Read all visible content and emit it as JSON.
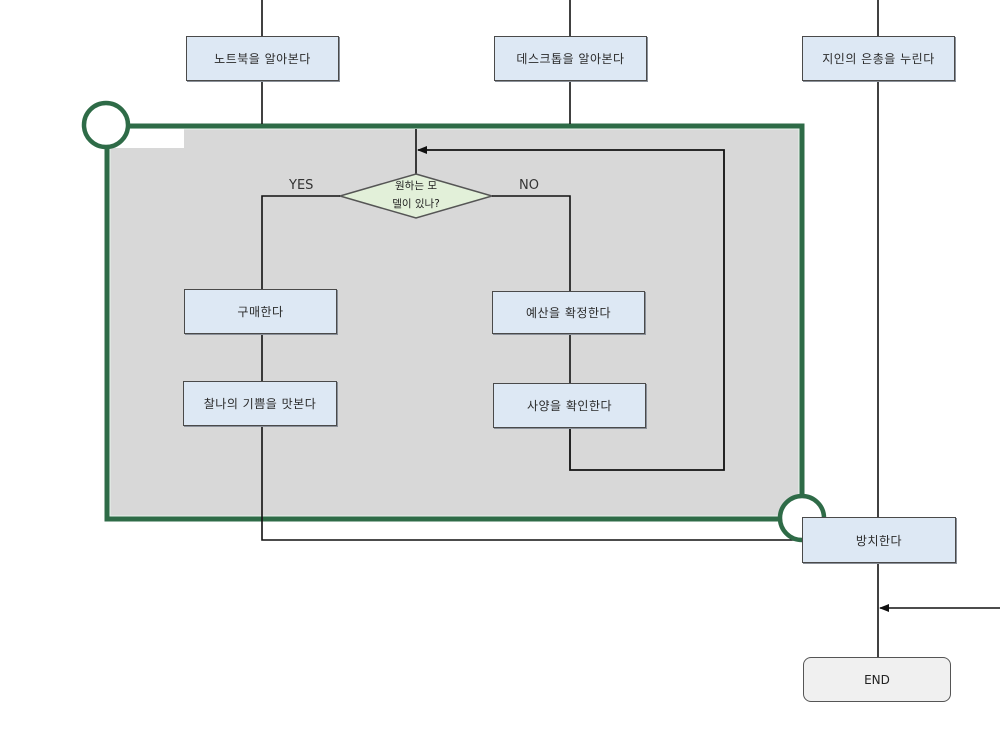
{
  "diagram": {
    "type": "flowchart",
    "colors": {
      "group_border": "#2e6b47",
      "group_fill": "#d8d8d8",
      "process_fill": "#dde8f4",
      "decision_fill": "#e2f0d9",
      "terminal_fill": "#f0f0f0",
      "line": "#111111"
    },
    "top_nodes": [
      {
        "id": "laptop",
        "label": "노트북을 알아본다"
      },
      {
        "id": "desktop",
        "label": "데스크톱을 알아본다"
      },
      {
        "id": "acquaintance",
        "label": "지인의 은총을 누린다"
      }
    ],
    "decision": {
      "id": "has_model",
      "label_line1": "원하는 모",
      "label_line2": "델이 있나?"
    },
    "branch_labels": {
      "yes": "YES",
      "no": "NO"
    },
    "yes_branch": [
      {
        "id": "buy",
        "label": "구매한다"
      },
      {
        "id": "enjoy",
        "label": "찰나의 기쁨을 맛본다"
      }
    ],
    "no_branch": [
      {
        "id": "budget",
        "label": "예산을 확정한다"
      },
      {
        "id": "specs",
        "label": "사양을 확인한다"
      }
    ],
    "leave": {
      "id": "leave",
      "label": "방치한다"
    },
    "end": {
      "id": "end",
      "label": "END"
    }
  }
}
